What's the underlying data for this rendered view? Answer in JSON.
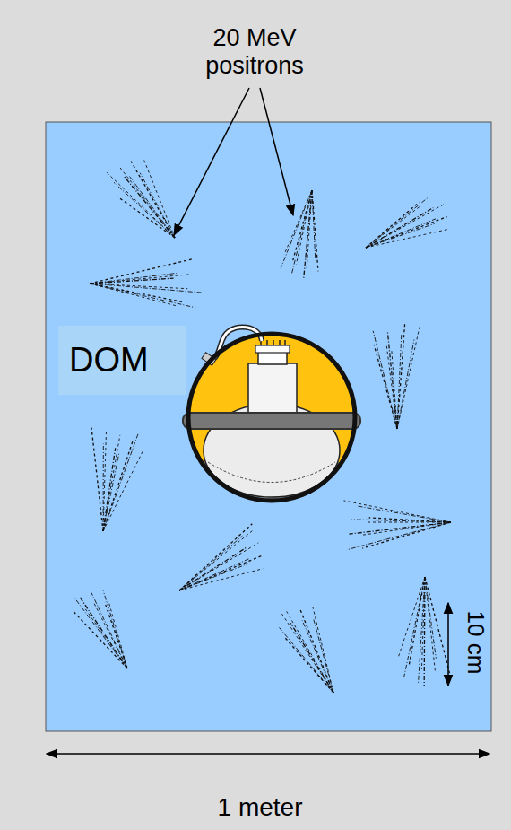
{
  "diagram": {
    "nodes": [
      {
        "text": [
          "DOM"
        ]
      }
    ],
    "labels": [
      "20 MeV positrons",
      "10 cm",
      "1 meter"
    ]
  }
}
